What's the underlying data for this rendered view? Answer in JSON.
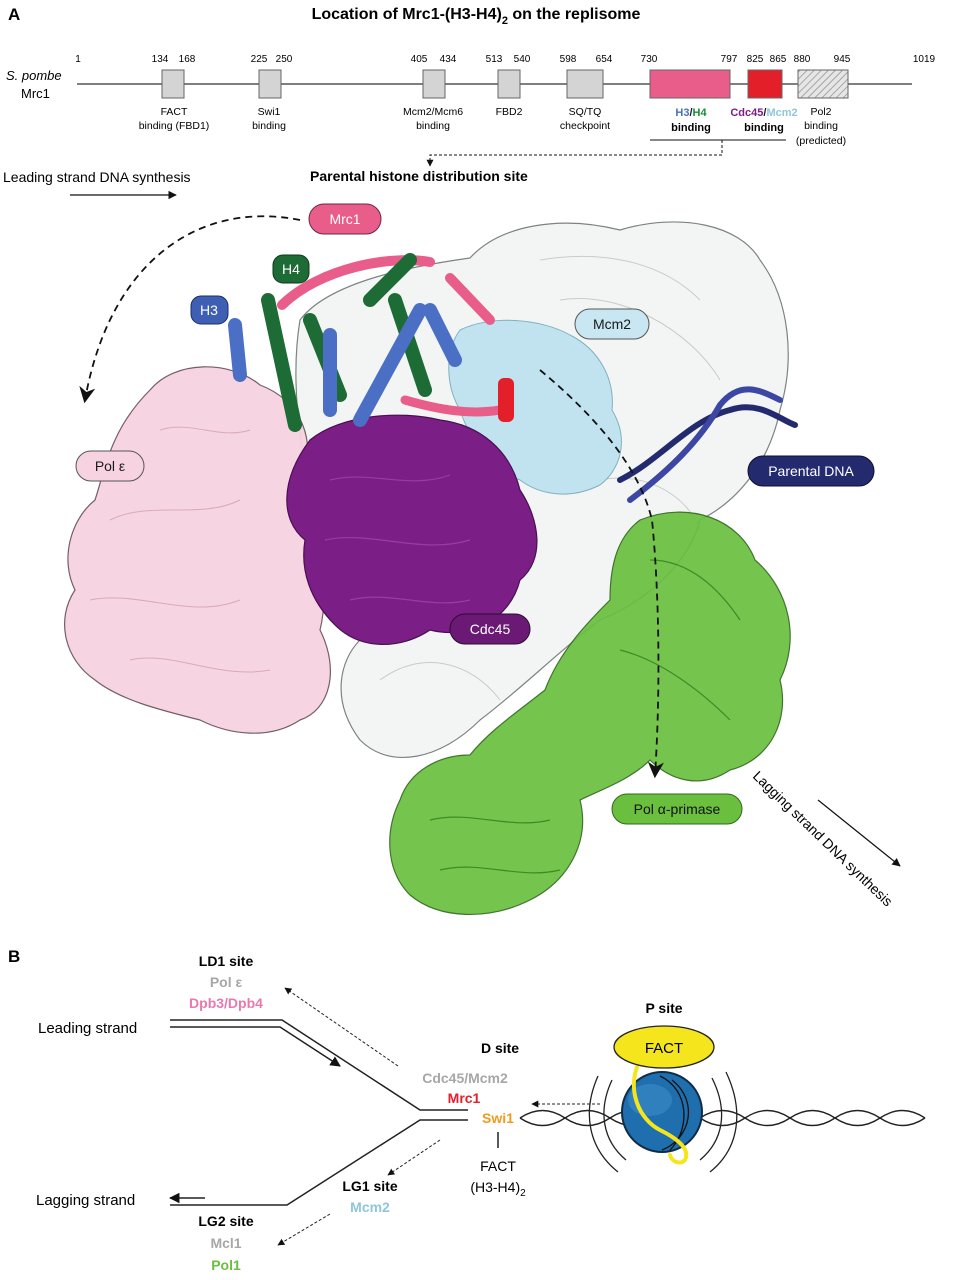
{
  "panel_a": {
    "letter": "A",
    "title": "Location of Mrc1-(H3-H4)",
    "title_sub": "2",
    "title_tail": " on the replisome",
    "organism": "S. pombe",
    "protein": "Mrc1",
    "ticks": [
      "1",
      "134",
      "168",
      "225",
      "250",
      "405",
      "434",
      "513",
      "540",
      "598",
      "654",
      "730",
      "797",
      "825",
      "865",
      "880",
      "945",
      "1019"
    ],
    "domains": [
      {
        "line1": "FACT",
        "line2": "binding (FBD1)"
      },
      {
        "line1": "Swi1",
        "line2": "binding"
      },
      {
        "line1": "Mcm2/Mcm6",
        "line2": "binding"
      },
      {
        "line1": "FBD2",
        "line2": ""
      },
      {
        "line1": "SQ/TQ",
        "line2": "checkpoint"
      },
      {
        "line1": "Pol2",
        "line2": "binding",
        "line3": "(predicted)"
      }
    ],
    "h3h4_binding": {
      "h3": "H3",
      "slash": "/",
      "h4": "H4",
      "word": "binding"
    },
    "cdc_binding": {
      "cdc45": "Cdc45",
      "slash": "/",
      "mcm2": "Mcm2",
      "word": "binding"
    },
    "distribution_site": "Parental histone distribution site",
    "leading_synthesis": "Leading strand DNA synthesis",
    "lagging_synthesis": "Lagging strand DNA synthesis",
    "labels": {
      "mrc1": "Mrc1",
      "h4": "H4",
      "h3": "H3",
      "mcm2": "Mcm2",
      "pol_e": "Pol ε",
      "parental_dna": "Parental DNA",
      "cdc45": "Cdc45",
      "pol_a": "Pol α-primase"
    }
  },
  "panel_b": {
    "letter": "B",
    "ld1_site": "LD1 site",
    "ld1_pol": "Pol ε",
    "ld1_dpb": "Dpb3/Dpb4",
    "leading_strand": "Leading strand",
    "lagging_strand": "Lagging strand",
    "d_site": "D site",
    "cdc_mcm": "Cdc45/Mcm2",
    "mrc1": "Mrc1",
    "swi1": "Swi1",
    "fact": "FACT",
    "h3h4": "(H3-H4)",
    "h3h4_sub": "2",
    "lg1_site": "LG1 site",
    "lg1_mcm2": "Mcm2",
    "lg2_site": "LG2 site",
    "lg2_mcl1": "Mcl1",
    "lg2_pol1": "Pol1",
    "p_site": "P site",
    "p_fact": "FACT"
  },
  "colors": {
    "mrc1": "#e85d8a",
    "mrc1_red": "#e3202a",
    "h3": "#4a6fc4",
    "h4": "#1d6b35",
    "mcm2": "#9fd2e6",
    "pol_e": "#f4c6d8",
    "cdc45": "#7b1e86",
    "pol_a": "#6abf3f",
    "parental_dna": "#232a6e",
    "fact_yellow": "#f4e51c",
    "swi1_orange": "#f29a1c",
    "mcm2_text": "#8fc6dc",
    "pol1_green": "#6abf3f",
    "gray_text": "#a7a7a7"
  }
}
